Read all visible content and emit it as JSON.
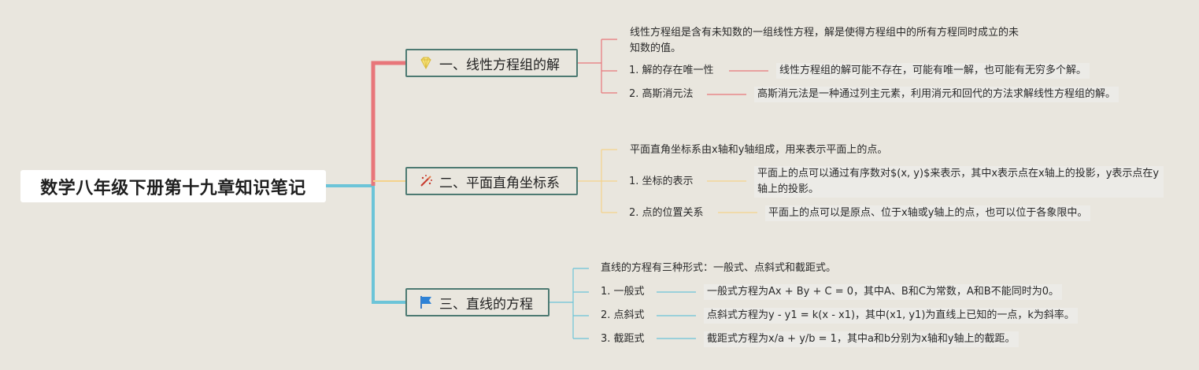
{
  "root": {
    "title": "数学八年级下册第十九章知识笔记"
  },
  "branches": [
    {
      "title": "一、线性方程组的解",
      "icon": "diamond-icon",
      "color": "#e8767a",
      "intro": "线性方程组是含有未知数的一组线性方程，解是使得方程组中的所有方程同时成立的未知数的值。",
      "items": [
        {
          "label": "1. 解的存在唯一性",
          "desc": "线性方程组的解可能不存在，可能有唯一解，也可能有无穷多个解。"
        },
        {
          "label": "2. 高斯消元法",
          "desc": "高斯消元法是一种通过列主元素，利用消元和回代的方法求解线性方程组的解。"
        }
      ]
    },
    {
      "title": "二、平面直角坐标系",
      "icon": "magic-wand-icon",
      "color": "#f4d28c",
      "intro": "平面直角坐标系由x轴和y轴组成，用来表示平面上的点。",
      "items": [
        {
          "label": "1. 坐标的表示",
          "desc": "平面上的点可以通过有序数对$(x, y)$来表示，其中x表示点在x轴上的投影，y表示点在y轴上的投影。"
        },
        {
          "label": "2. 点的位置关系",
          "desc": "平面上的点可以是原点、位于x轴或y轴上的点，也可以位于各象限中。"
        }
      ]
    },
    {
      "title": "三、直线的方程",
      "icon": "flag-icon",
      "color": "#6cc4d8",
      "intro": "直线的方程有三种形式：一般式、点斜式和截距式。",
      "items": [
        {
          "label": "1. 一般式",
          "desc": "一般式方程为Ax + By + C = 0，其中A、B和C为常数，A和B不能同时为0。"
        },
        {
          "label": "2. 点斜式",
          "desc": "点斜式方程为y - y1 = k(x - x1)，其中(x1, y1)为直线上已知的一点，k为斜率。"
        },
        {
          "label": "3. 截距式",
          "desc": "截距式方程为x/a + y/b = 1，其中a和b分别为x轴和y轴上的截距。"
        }
      ]
    }
  ]
}
